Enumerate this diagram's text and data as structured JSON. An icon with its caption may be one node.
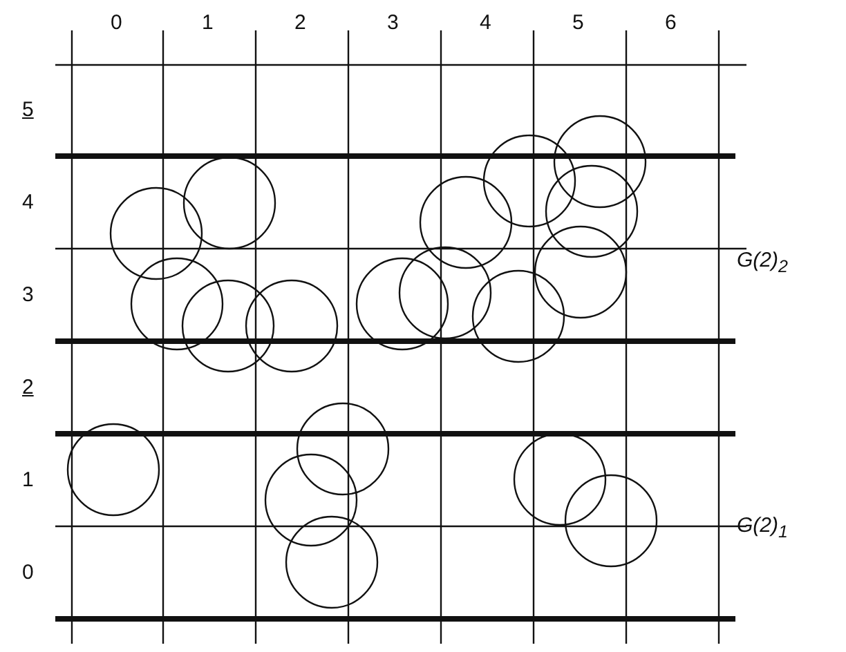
{
  "diagram": {
    "labels": [
      "0",
      "1",
      "2",
      "3",
      "4",
      "5",
      "6",
      "5",
      "4",
      "3",
      "2",
      "1",
      "0",
      "G(2)$_{2}$",
      "G(2)$_{1}$"
    ]
  }
}
